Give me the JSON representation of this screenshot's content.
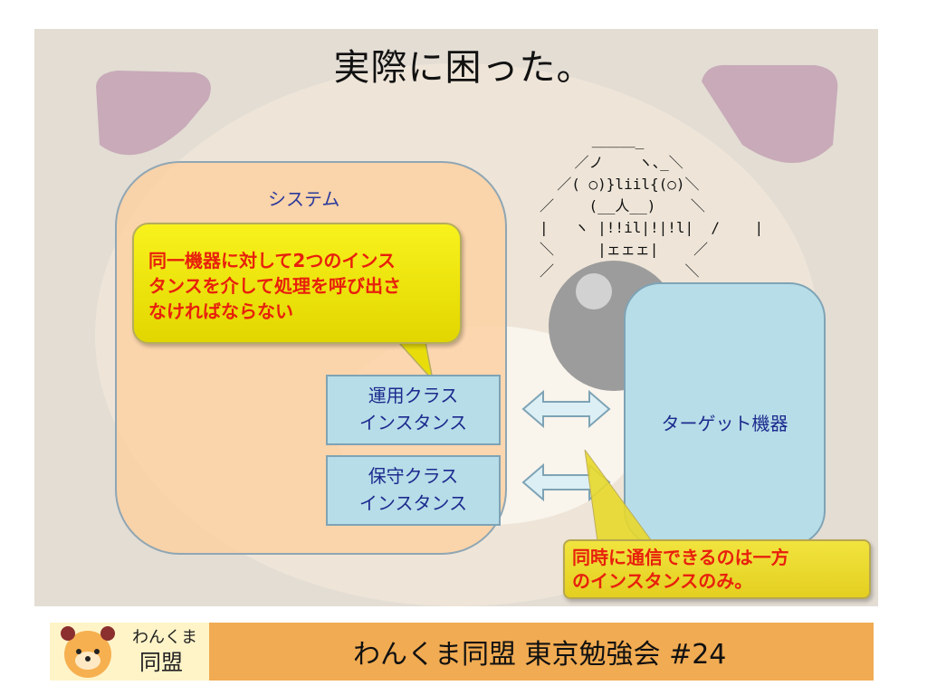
{
  "slide": {
    "title": "実際に困った。",
    "system_label": "システム",
    "callout_lines": [
      "同一機器に対して2つのインス",
      "タンスを介して処理を呼び出さ",
      "なければならない"
    ],
    "instance1_lines": [
      "運用クラス",
      "インスタンス"
    ],
    "instance2_lines": [
      "保守クラス",
      "インスタンス"
    ],
    "target_label": "ターゲット機器",
    "ascii_art": "      ＿＿＿_\n    ／ノ    ヽ､_＼\n  ／( ○)}liil{(○)＼\n／    (__人__)    ＼\n|   ヽ |!!il|!|!l|  /    |\n＼     |ェェェ|    ／\n／               ＼",
    "note_lines": [
      "同時に通信できるのは一方",
      "のインスタンスのみ。"
    ]
  },
  "footer": {
    "logo_text_top": "わんくま",
    "logo_text_bottom": "同盟",
    "title": "わんくま同盟 東京勉強会 #24"
  },
  "colors": {
    "slide_bg": "#e3ddd4",
    "system_fill": "#fdd0a0",
    "callout_fill": "#f8f21c",
    "callout_text": "#e8200c",
    "instance_fill": "#b7dde8",
    "instance_text": "#1c2a8e",
    "footer_bg": "#f1ab52"
  }
}
